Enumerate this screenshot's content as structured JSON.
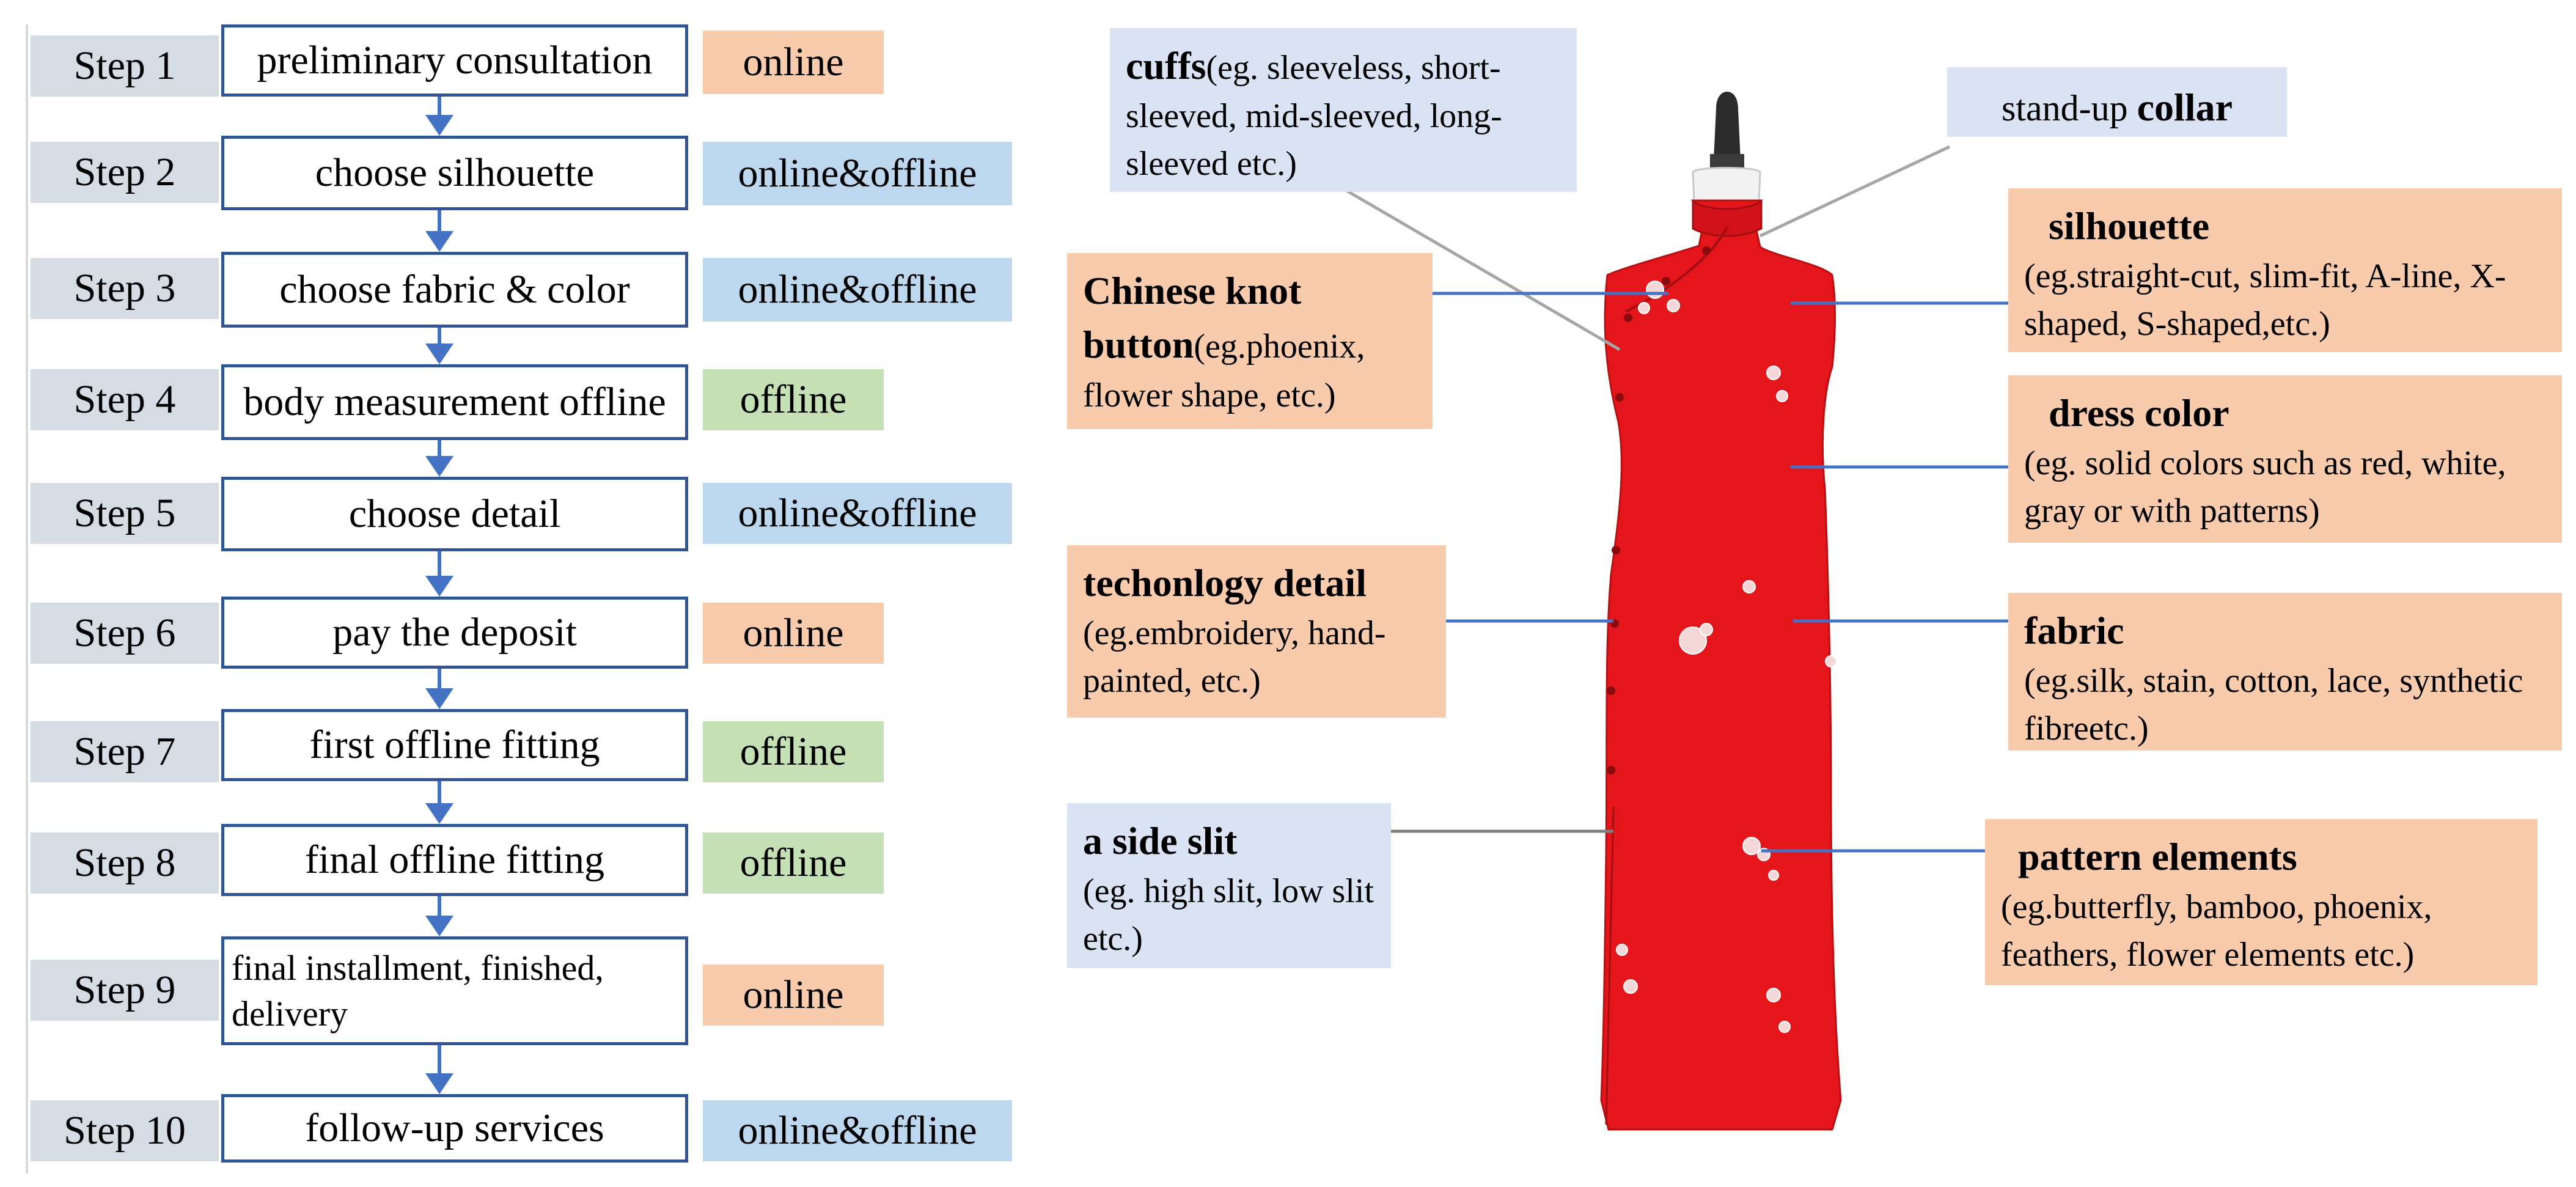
{
  "process": {
    "steps": [
      {
        "label": "Step 1",
        "task": "preliminary consultation",
        "channel": "online"
      },
      {
        "label": "Step 2",
        "task": "choose silhouette",
        "channel": "online&offline"
      },
      {
        "label": "Step 3",
        "task": "choose fabric & color",
        "channel": "online&offline"
      },
      {
        "label": "Step 4",
        "task": "body measurement offline",
        "channel": "offline"
      },
      {
        "label": "Step 5",
        "task": "choose detail",
        "channel": "online&offline"
      },
      {
        "label": "Step 6",
        "task": "pay the deposit",
        "channel": "online"
      },
      {
        "label": "Step 7",
        "task": "first offline fitting",
        "channel": "offline"
      },
      {
        "label": "Step 8",
        "task": "final offline fitting",
        "channel": "offline"
      },
      {
        "label": "Step 9",
        "task": "final installment, finished, delivery",
        "channel": "online"
      },
      {
        "label": "Step 10",
        "task": "follow-up services",
        "channel": "online&offline"
      }
    ]
  },
  "colors": {
    "step_label_bg": "#d6dce4",
    "box_border": "#2f5597",
    "arrow": "#4472c4",
    "online": "#f8cbad",
    "online_offline": "#bdd7ee",
    "offline": "#c5e0b4",
    "dress_red": "#e5161b"
  },
  "dress": {
    "callouts": {
      "cuffs": {
        "title": "cuffs",
        "text": "(eg. sleeveless, short-sleeved, mid-sleeved, long-sleeved etc.)"
      },
      "collar": {
        "prefix": "stand-up ",
        "title": "collar"
      },
      "knot": {
        "title": "Chinese knot button",
        "text": "(eg.phoenix, flower shape, etc.)"
      },
      "silhouette": {
        "title": "silhouette",
        "text": "(eg.straight-cut, slim-fit, A-line, X-shaped, S-shaped,etc.)"
      },
      "color": {
        "title": "dress color",
        "text": "(eg. solid colors such as red, white, gray or with patterns)"
      },
      "tech": {
        "title": "techonlogy detail",
        "text": "(eg.embroidery, hand-painted, etc.)"
      },
      "fabric": {
        "title": "fabric",
        "text": "(eg.silk, stain, cotton, lace, synthetic fibreetc.)"
      },
      "slit": {
        "title": "a side slit",
        "text": "(eg. high slit, low slit etc.)"
      },
      "pattern": {
        "title": "pattern elements",
        "text": "(eg.butterfly, bamboo, phoenix, feathers, flower elements etc.)"
      }
    }
  }
}
